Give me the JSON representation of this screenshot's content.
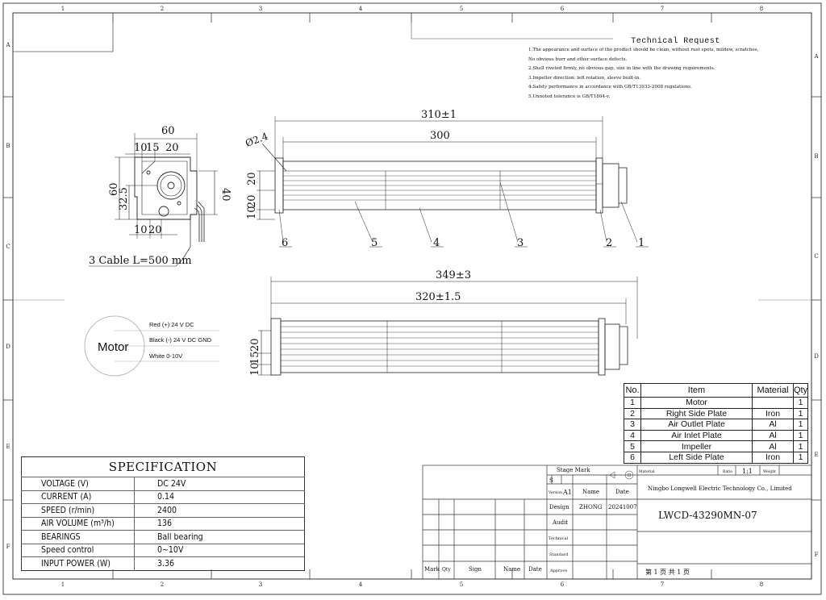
{
  "sheet": {
    "col_labels": [
      "1",
      "2",
      "3",
      "4",
      "5",
      "6",
      "7",
      "8"
    ],
    "row_labels": [
      "A",
      "B",
      "C",
      "D",
      "E",
      "F"
    ]
  },
  "technical_request": {
    "title": "Technical Request",
    "lines": [
      "1.The appearance and surface of the product should be clean, without rust spots, mildew, scratches,",
      "  No obvious burr and other surface defects.",
      "2.Shell riveted firmly, no obvious gap, size in line with the drawing requirements.",
      "3.Impeller direction: left rotation,  sleeve built-in.",
      "4.Safety performance in accordance with GB/T13933-2008 regulations.",
      "5.Unnoted tolerance is GB/T1804-v."
    ]
  },
  "side_view": {
    "dim_top": "60",
    "dim_10": "10",
    "dim_15": "15",
    "dim_20": "20",
    "dim_60_left": "60",
    "dim_32_5": "32.5",
    "dim_40": "40",
    "dim_bottom_10": "10",
    "dim_bottom_20": "20",
    "cable_label": "3 Cable L=500 mm"
  },
  "top_view": {
    "dim_overall": "310±1",
    "dim_inner": "300",
    "dim_hole": "Ø2.4",
    "dim_left_20a": "20",
    "dim_left_20b": "20",
    "dim_left_10": "10",
    "callouts": [
      "6",
      "5",
      "4",
      "3",
      "2",
      "1"
    ]
  },
  "bottom_view": {
    "dim_overall": "349±3",
    "dim_inner": "320±1.5",
    "dim_left_20": "20",
    "dim_left_15": "15",
    "dim_left_10": "10"
  },
  "motor": {
    "label": "Motor",
    "wires": [
      "Red (+) 24 V DC",
      "Black (-) 24 V DC GND",
      "White  0-10V"
    ]
  },
  "specification": {
    "title": "SPECIFICATION",
    "rows": [
      {
        "label": "VOLTAGE (V)",
        "value": "DC 24V"
      },
      {
        "label": "CURRENT  (A)",
        "value": "0.14"
      },
      {
        "label": "SPEED   (r/min)",
        "value": "2400"
      },
      {
        "label": "AIR  VOLUME   (m³/h)",
        "value": "136"
      },
      {
        "label": "BEARINGS",
        "value": "Ball bearing"
      },
      {
        "label": "Speed control",
        "value": "0~10V"
      },
      {
        "label": "INPUT POWER  (W)",
        "value": "3.36"
      }
    ]
  },
  "bom": {
    "headers": {
      "no": "No.",
      "item": "Item",
      "material": "Material",
      "qty": "Qty"
    },
    "rows": [
      {
        "no": "1",
        "item": "Motor",
        "material": "",
        "qty": "1"
      },
      {
        "no": "2",
        "item": "Right Side Plate",
        "material": "Iron",
        "qty": "1"
      },
      {
        "no": "3",
        "item": "Air Outlet Plate",
        "material": "Al",
        "qty": "1"
      },
      {
        "no": "4",
        "item": "Air Inlet Plate",
        "material": "Al",
        "qty": "1"
      },
      {
        "no": "5",
        "item": "Impeller",
        "material": "Al",
        "qty": "1"
      },
      {
        "no": "6",
        "item": "Left Side Plate",
        "material": "Iron",
        "qty": "1"
      }
    ]
  },
  "title_block": {
    "stage_mark": "Stage Mark",
    "stage_s": "S",
    "version_label": "Version",
    "version": "A1",
    "name_label": "Name",
    "date_label": "Date",
    "design_label": "Design",
    "design_name": "ZHONG",
    "design_date": "20241007",
    "audit_label": "Audit",
    "technical_label": "Technical",
    "standard_label": "Standard",
    "approve_label": "Approve",
    "material_label": "Material",
    "ratio_label": "Ratio",
    "ratio": "1:1",
    "weight_label": "Weight",
    "company": "Ningbo Longwell Electric Technology  Co., Limited",
    "drawing_no": "LWCD-43290MN-07",
    "page": "第 1 页   共 1 页",
    "bottom_labels": [
      "Mark",
      "Qty",
      "Sign",
      "Name",
      "Date"
    ]
  }
}
